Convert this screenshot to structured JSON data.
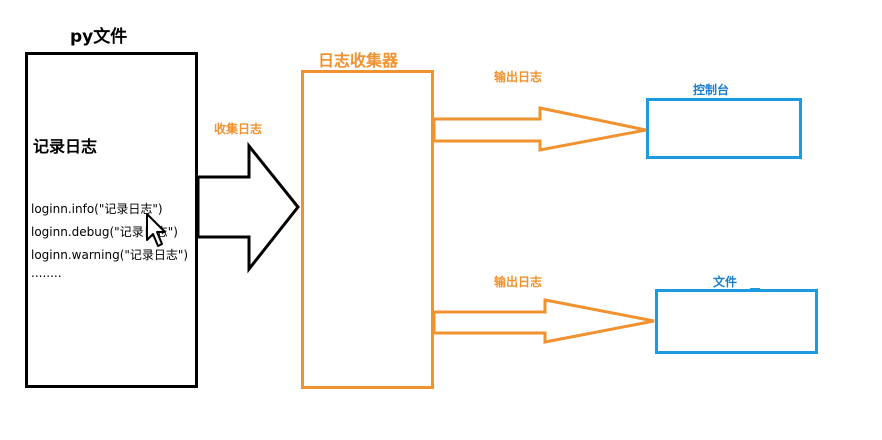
{
  "source": {
    "title": "py文件",
    "heading": "记录日志",
    "code_lines": [
      "loginn.info(\"记录日志\")",
      "loginn.debug(\"记录日志\")",
      "loginn.warning(\"记录日志\")",
      "........"
    ]
  },
  "arrow_in_label": "收集日志",
  "collector": {
    "title": "日志收集器"
  },
  "outputs": [
    {
      "label": "输出日志",
      "target": "控制台"
    },
    {
      "label": "输出日志",
      "target": "文件"
    }
  ],
  "colors": {
    "black": "#000000",
    "orange": "#f0922f",
    "blue": "#1b9ae0"
  },
  "icons": [
    "mouse-cursor-icon"
  ]
}
